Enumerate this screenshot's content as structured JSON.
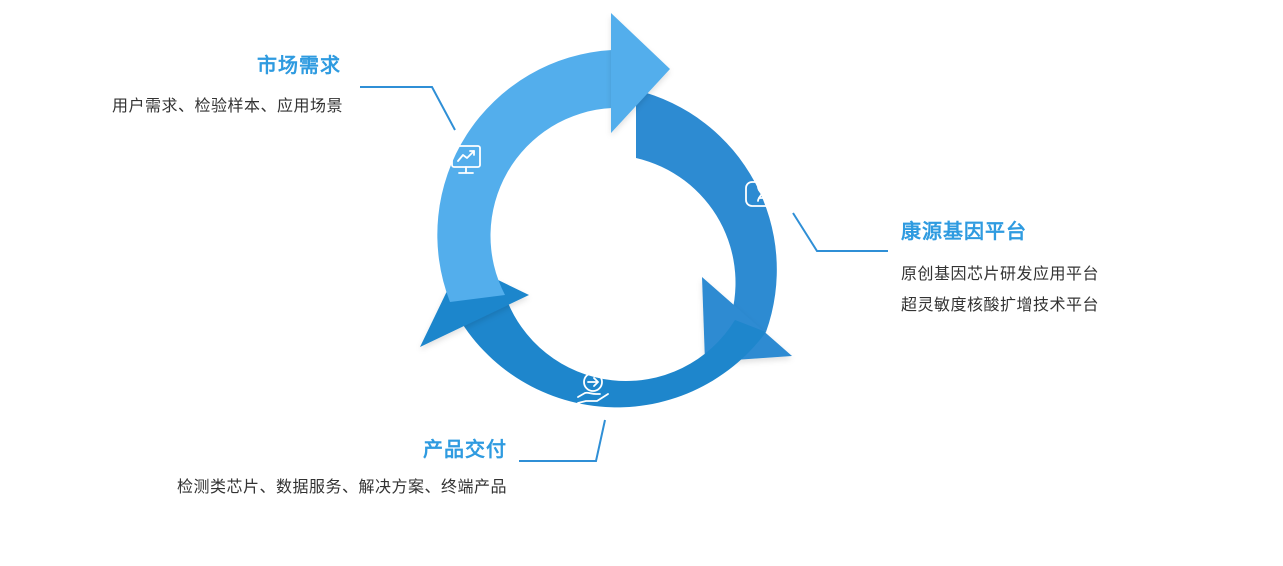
{
  "colors": {
    "segment_market": "#53aeec",
    "segment_platform": "#2d8bd2",
    "segment_delivery": "#1e86cc",
    "title_text": "#2f9be0",
    "desc_text": "#333333",
    "connector_line": "#2f8fd6"
  },
  "stages": {
    "market": {
      "title": "市场需求",
      "desc": "用户需求、检验样本、应用场景",
      "icon": "monitor-chart-icon"
    },
    "platform": {
      "title": "康源基因平台",
      "desc_lines": [
        "原创基因芯片研发应用平台",
        "超灵敏度核酸扩增技术平台"
      ],
      "icon": "dna-icon"
    },
    "delivery": {
      "title": "产品交付",
      "desc": "检测类芯片、数据服务、解决方案、终端产品",
      "icon": "hand-arrow-icon"
    }
  }
}
